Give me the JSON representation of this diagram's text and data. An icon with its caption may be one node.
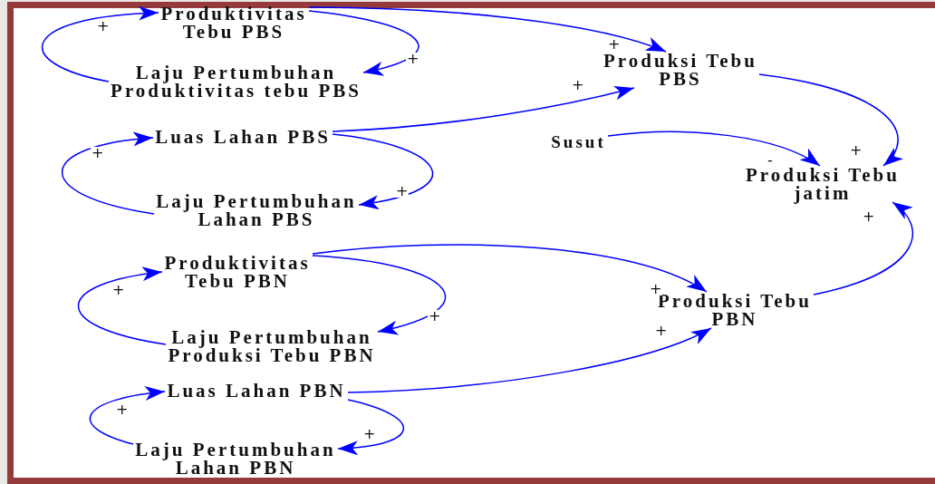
{
  "diagram": {
    "nodes": [
      {
        "text": [
          "Produktivitas Tebu PBS"
        ]
      },
      {
        "text": [
          "Laju Pertumbuhan Produktivitas tebu PBS"
        ]
      },
      {
        "text": [
          "Luas Lahan PBS"
        ]
      },
      {
        "text": [
          "Laju Pertumbuhan Lahan PBS"
        ]
      },
      {
        "text": [
          "Produksi Tebu PBS"
        ]
      },
      {
        "text": [
          "Susut"
        ]
      },
      {
        "text": [
          "Produksi Tebu jatim"
        ]
      },
      {
        "text": [
          "Produktivitas Tebu PBN"
        ]
      },
      {
        "text": [
          "Laju Pertumbuhan Produksi Tebu PBN"
        ]
      },
      {
        "text": [
          "Luas Lahan PBN"
        ]
      },
      {
        "text": [
          "Laju Pertumbuhan Lahan PBN"
        ]
      },
      {
        "text": [
          "Produksi Tebu PBN"
        ]
      }
    ],
    "edges": [
      {
        "from": 0,
        "to": 1,
        "arrow": "to",
        "label": "+"
      },
      {
        "from": 1,
        "to": 0,
        "arrow": "to",
        "label": "+"
      },
      {
        "from": 0,
        "to": 4,
        "arrow": "to",
        "label": "+"
      },
      {
        "from": 2,
        "to": 4,
        "arrow": "to",
        "label": "+"
      },
      {
        "from": 2,
        "to": 3,
        "arrow": "to",
        "label": "+"
      },
      {
        "from": 3,
        "to": 2,
        "arrow": "to",
        "label": "+"
      },
      {
        "from": 4,
        "to": 6,
        "arrow": "to",
        "label": "+"
      },
      {
        "from": 5,
        "to": 6,
        "arrow": "to",
        "label": "-"
      },
      {
        "from": 11,
        "to": 6,
        "arrow": "to",
        "label": "+"
      },
      {
        "from": 7,
        "to": 8,
        "arrow": "to",
        "label": "+"
      },
      {
        "from": 8,
        "to": 7,
        "arrow": "to",
        "label": "+"
      },
      {
        "from": 7,
        "to": 11,
        "arrow": "to",
        "label": "+"
      },
      {
        "from": 9,
        "to": 10,
        "arrow": "to",
        "label": "+"
      },
      {
        "from": 10,
        "to": 9,
        "arrow": "to",
        "label": "+"
      },
      {
        "from": 9,
        "to": 11,
        "arrow": "to",
        "label": "+"
      }
    ]
  }
}
